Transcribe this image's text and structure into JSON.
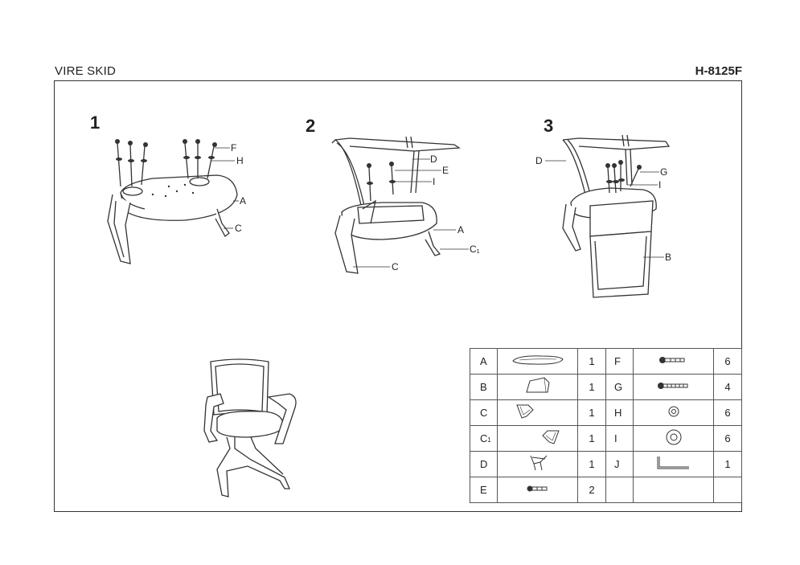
{
  "header": {
    "title": "VIRE SKID",
    "model": "H-8125F"
  },
  "steps": [
    {
      "number": "1",
      "labels": [
        "F",
        "H",
        "A",
        "C"
      ]
    },
    {
      "number": "2",
      "labels": [
        "D",
        "E",
        "I",
        "A",
        "C₁",
        "C"
      ]
    },
    {
      "number": "3",
      "labels": [
        "D",
        "G",
        "I",
        "B"
      ]
    }
  ],
  "parts": [
    {
      "left": {
        "letter": "A",
        "icon": "seat-icon",
        "qty": "1"
      },
      "right": {
        "letter": "F",
        "icon": "bolt-icon",
        "qty": "6"
      }
    },
    {
      "left": {
        "letter": "B",
        "icon": "backrest-icon",
        "qty": "1"
      },
      "right": {
        "letter": "G",
        "icon": "long-bolt-icon",
        "qty": "4"
      }
    },
    {
      "left": {
        "letter": "C",
        "icon": "armrest-icon",
        "qty": "1"
      },
      "right": {
        "letter": "H",
        "icon": "washer-icon",
        "qty": "6"
      }
    },
    {
      "left": {
        "letter": "C",
        "sub": "1",
        "icon": "armrest-icon",
        "qty": "1"
      },
      "right": {
        "letter": "I",
        "icon": "large-washer-icon",
        "qty": "6"
      }
    },
    {
      "left": {
        "letter": "D",
        "icon": "frame-icon",
        "qty": "1"
      },
      "right": {
        "letter": "J",
        "icon": "allen-key-icon",
        "qty": "1"
      }
    },
    {
      "left": {
        "letter": "E",
        "icon": "bolt-icon",
        "qty": "2"
      },
      "right": {
        "letter": "",
        "icon": "",
        "qty": ""
      }
    }
  ]
}
